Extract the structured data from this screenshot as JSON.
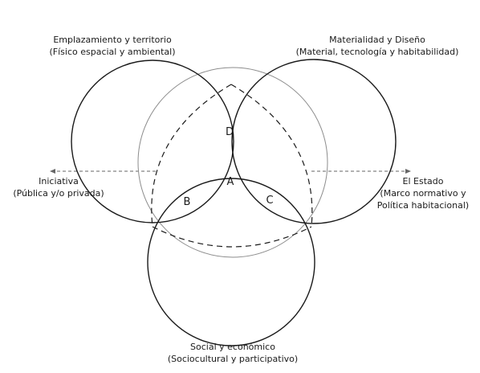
{
  "labels": {
    "top_left": {
      "title": "Emplazamiento y territorio",
      "subtitle": "(Físico espacial y ambiental)"
    },
    "top_right": {
      "title": "Materialidad y Diseño",
      "subtitle": "(Material, tecnología y habitabilidad)"
    },
    "bottom": {
      "title": "Social y económico",
      "subtitle": "(Sociocultural  y participativo)"
    },
    "left": {
      "title": "Iniciativa",
      "subtitle": "(Pública y/o privada)"
    },
    "right": {
      "title": "El Estado",
      "line2": "(Marco normativo y",
      "line3": "Política habitacional)"
    }
  },
  "regions": {
    "a": "A",
    "b": "B",
    "c": "C",
    "d": "D"
  },
  "colors": {
    "stroke": "#1a1a1a",
    "inner_circle": "#8c8c8c",
    "arrow": "#666666",
    "text": "#1a1a1a"
  }
}
